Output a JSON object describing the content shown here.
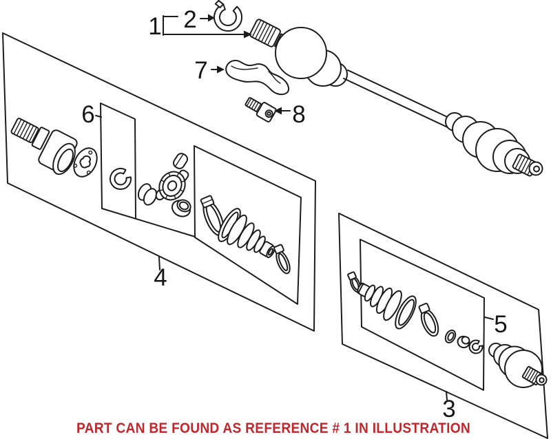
{
  "figure": {
    "background": "#ffffff",
    "line_color": "#1c1c1c",
    "callouts": [
      {
        "number": "1",
        "part": "axle-shaft-assembly-with-retaining-ring"
      },
      {
        "number": "2",
        "part": "retaining-ring"
      },
      {
        "number": "3",
        "part": "outer-cv-joint-boot-kit-box"
      },
      {
        "number": "4",
        "part": "inner-cv-joint-boot-kit-box"
      },
      {
        "number": "5",
        "part": "outer-cv-joint"
      },
      {
        "number": "6",
        "part": "inner-retaining-ring"
      },
      {
        "number": "7",
        "part": "mounting-bracket"
      },
      {
        "number": "8",
        "part": "mounting-bolt"
      }
    ],
    "caption": {
      "text": "PART CAN BE FOUND AS REFERENCE # 1 IN ILLUSTRATION",
      "color": "#c2272d"
    }
  }
}
